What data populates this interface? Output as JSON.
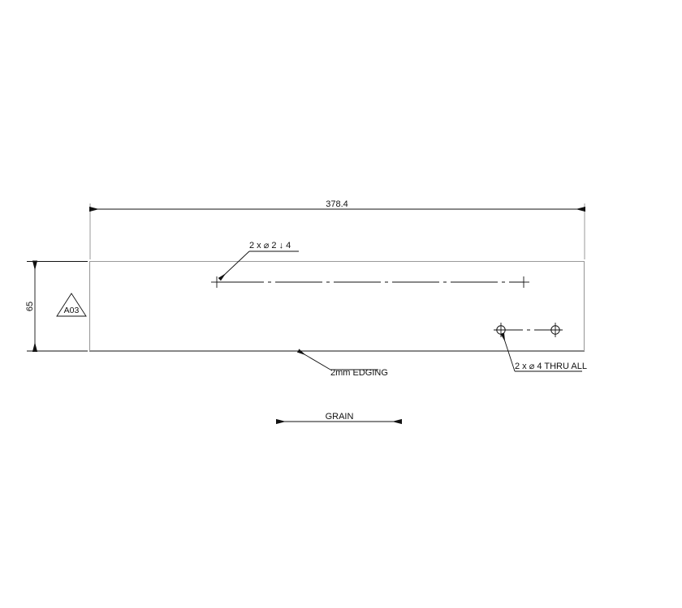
{
  "drawing": {
    "title": "Panel part drawing",
    "units_note": "mm",
    "background_color": "#ffffff",
    "line_color": "#111111",
    "extension_line_color": "#9a9a9a"
  },
  "part": {
    "shape": "rectangle",
    "label": "panel-outline"
  },
  "dimensions": {
    "length": {
      "value": "378.4",
      "name": "overall-length",
      "orientation": "horizontal",
      "position": "top"
    },
    "width": {
      "value": "65",
      "name": "overall-width",
      "orientation": "vertical",
      "position": "left"
    }
  },
  "annotations": {
    "top_hole_note": {
      "text": "2 x ⌀ 2 ↓ 4",
      "parts": {
        "count": "2 x",
        "diameter_symbol": "⌀",
        "diameter": "2",
        "depth_symbol": "↓",
        "depth": "4"
      },
      "name": "hole-note-dowel"
    },
    "bottom_hole_note": {
      "text": "2 x ⌀ 4 THRU ALL",
      "parts": {
        "count": "2 x",
        "diameter_symbol": "⌀",
        "diameter": "4",
        "modifier": "THRU ALL"
      },
      "name": "hole-note-thru"
    },
    "edging_note": {
      "text": "2mm EDGING",
      "name": "edging-note"
    },
    "grain_note": {
      "text": "GRAIN",
      "name": "grain-direction-note"
    },
    "balloon": {
      "text": "A03",
      "shape": "triangle",
      "name": "part-identifier-balloon"
    }
  },
  "features": {
    "dowel_centerline": {
      "name": "dowel-centerline",
      "style": "dash-dot",
      "marks": 2
    },
    "thru_holes": {
      "name": "thru-hole-pair",
      "count": 2,
      "style": "circle-with-crosshair"
    }
  }
}
